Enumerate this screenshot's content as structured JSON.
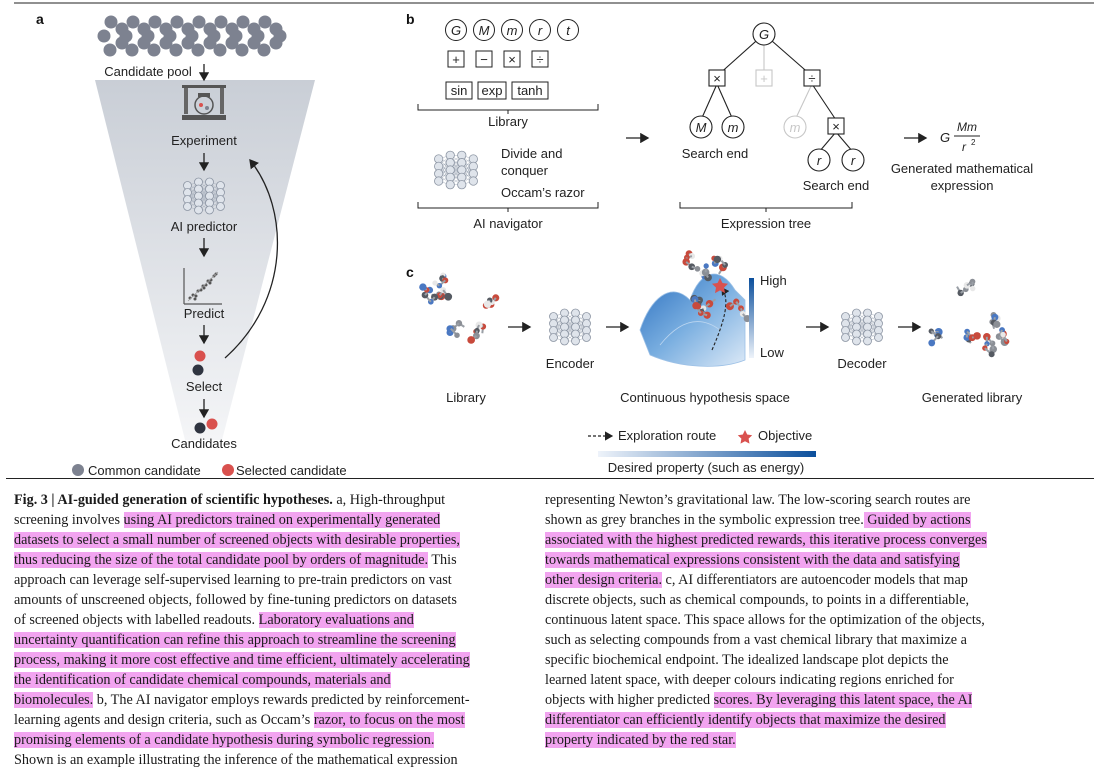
{
  "panels": {
    "a": "a",
    "b": "b",
    "c": "c"
  },
  "panel_a": {
    "candidate_pool": "Candidate pool",
    "experiment": "Experiment",
    "ai_predictor": "AI predictor",
    "predict": "Predict",
    "select": "Select",
    "candidates": "Candidates",
    "legend_common": "Common candidate",
    "legend_selected": "Selected candidate",
    "colors": {
      "common": "#7d8290",
      "selected": "#d9514e",
      "funnel": "#d7dbe1",
      "dark": "#2f3440"
    }
  },
  "panel_b": {
    "library_symbols": [
      "G",
      "M",
      "m",
      "r",
      "t"
    ],
    "library_ops": [
      "+",
      "−",
      "×",
      "÷"
    ],
    "library_funcs": [
      "sin",
      "exp",
      "tanh"
    ],
    "library_label": "Library",
    "navigator_text1": "Divide and",
    "navigator_text2": "conquer",
    "navigator_text3": "Occam’s razor",
    "navigator_label": "AI navigator",
    "tree": {
      "root": "G",
      "op_left": "×",
      "op_mid": "+",
      "op_right": "÷",
      "leaf1": "M",
      "leaf2": "m",
      "leaf3": "m",
      "op_rr": "×",
      "leaf4": "r",
      "leaf5": "r",
      "search_end_1": "Search end",
      "search_end_2": "Search end",
      "label": "Expression tree"
    },
    "result": {
      "G": "G",
      "numerator": "Mm",
      "denominator": "r",
      "exponent": "2",
      "label1": "Generated mathematical",
      "label2": "expression"
    }
  },
  "panel_c": {
    "library": "Library",
    "encoder": "Encoder",
    "space": "Continuous hypothesis space",
    "high": "High",
    "low": "Low",
    "decoder": "Decoder",
    "generated": "Generated library",
    "legend_route": "Exploration route",
    "legend_objective": "Objective",
    "colorbar_label": "Desired property (such as energy)"
  },
  "caption": {
    "left": [
      [
        {
          "t": "Fig. 3 | AI-guided generation of scientific hypotheses.",
          "b": true
        },
        {
          "t": " a, High-throughput"
        }
      ],
      [
        {
          "t": "screening involves "
        },
        {
          "t": "using AI predictors trained on experimentally generated",
          "h": true
        }
      ],
      [
        {
          "t": "datasets to select a small number of screened objects with desirable properties,",
          "h": true
        }
      ],
      [
        {
          "t": "thus reducing the size of the total candidate pool by orders of magnitude.",
          "h": true
        },
        {
          "t": " This"
        }
      ],
      [
        {
          "t": "approach can leverage self-supervised learning to pre-train predictors on vast"
        }
      ],
      [
        {
          "t": "amounts of unscreened objects, followed by fine-tuning predictors on datasets"
        }
      ],
      [
        {
          "t": "of screened objects with labelled readouts. "
        },
        {
          "t": "Laboratory evaluations and",
          "h": true
        }
      ],
      [
        {
          "t": "uncertainty quantification can refine this approach to streamline the screening",
          "h": true
        }
      ],
      [
        {
          "t": "process, making it more cost effective and time efficient, ultimately accelerating",
          "h": true
        }
      ],
      [
        {
          "t": "the identification of candidate chemical compounds, materials and",
          "h": true
        }
      ],
      [
        {
          "t": "biomolecules.",
          "h": true
        },
        {
          "t": " b, The AI navigator employs rewards predicted by reinforcement-"
        }
      ],
      [
        {
          "t": "learning agents and design criteria, such as Occam’s "
        },
        {
          "t": "razor, to focus on the most",
          "h": true
        }
      ],
      [
        {
          "t": "promising elements of a candidate hypothesis during symbolic regression.",
          "h": true
        }
      ],
      [
        {
          "t": "Shown is an example illustrating the inference of the mathematical expression"
        }
      ]
    ],
    "right": [
      [
        {
          "t": "representing Newton’s gravitational law. The low-scoring search routes are"
        }
      ],
      [
        {
          "t": "shown as grey branches in the symbolic expression tree."
        },
        {
          "t": " Guided by actions",
          "h": true
        }
      ],
      [
        {
          "t": "associated with the highest predicted rewards, this iterative process converges",
          "h": true
        }
      ],
      [
        {
          "t": "towards mathematical expressions consistent with the data and satisfying",
          "h": true
        }
      ],
      [
        {
          "t": "other design criteria.",
          "h": true
        },
        {
          "t": " c, AI differentiators are autoencoder models that map"
        }
      ],
      [
        {
          "t": "discrete objects, such as chemical compounds, to points in a differentiable,"
        }
      ],
      [
        {
          "t": "continuous latent space. This space allows for the optimization of the objects,"
        }
      ],
      [
        {
          "t": "such as selecting compounds from a vast chemical library that maximize a"
        }
      ],
      [
        {
          "t": "specific biochemical endpoint. The idealized landscape plot depicts the"
        }
      ],
      [
        {
          "t": "learned latent space, with deeper colours indicating regions enriched for"
        }
      ],
      [
        {
          "t": "objects with higher predicted "
        },
        {
          "t": "scores. By leveraging this latent space, the AI",
          "h": true
        }
      ],
      [
        {
          "t": "differentiator can efficiently identify objects that maximize the desired",
          "h": true
        }
      ],
      [
        {
          "t": "property indicated by the red star.",
          "h": true
        }
      ]
    ]
  }
}
